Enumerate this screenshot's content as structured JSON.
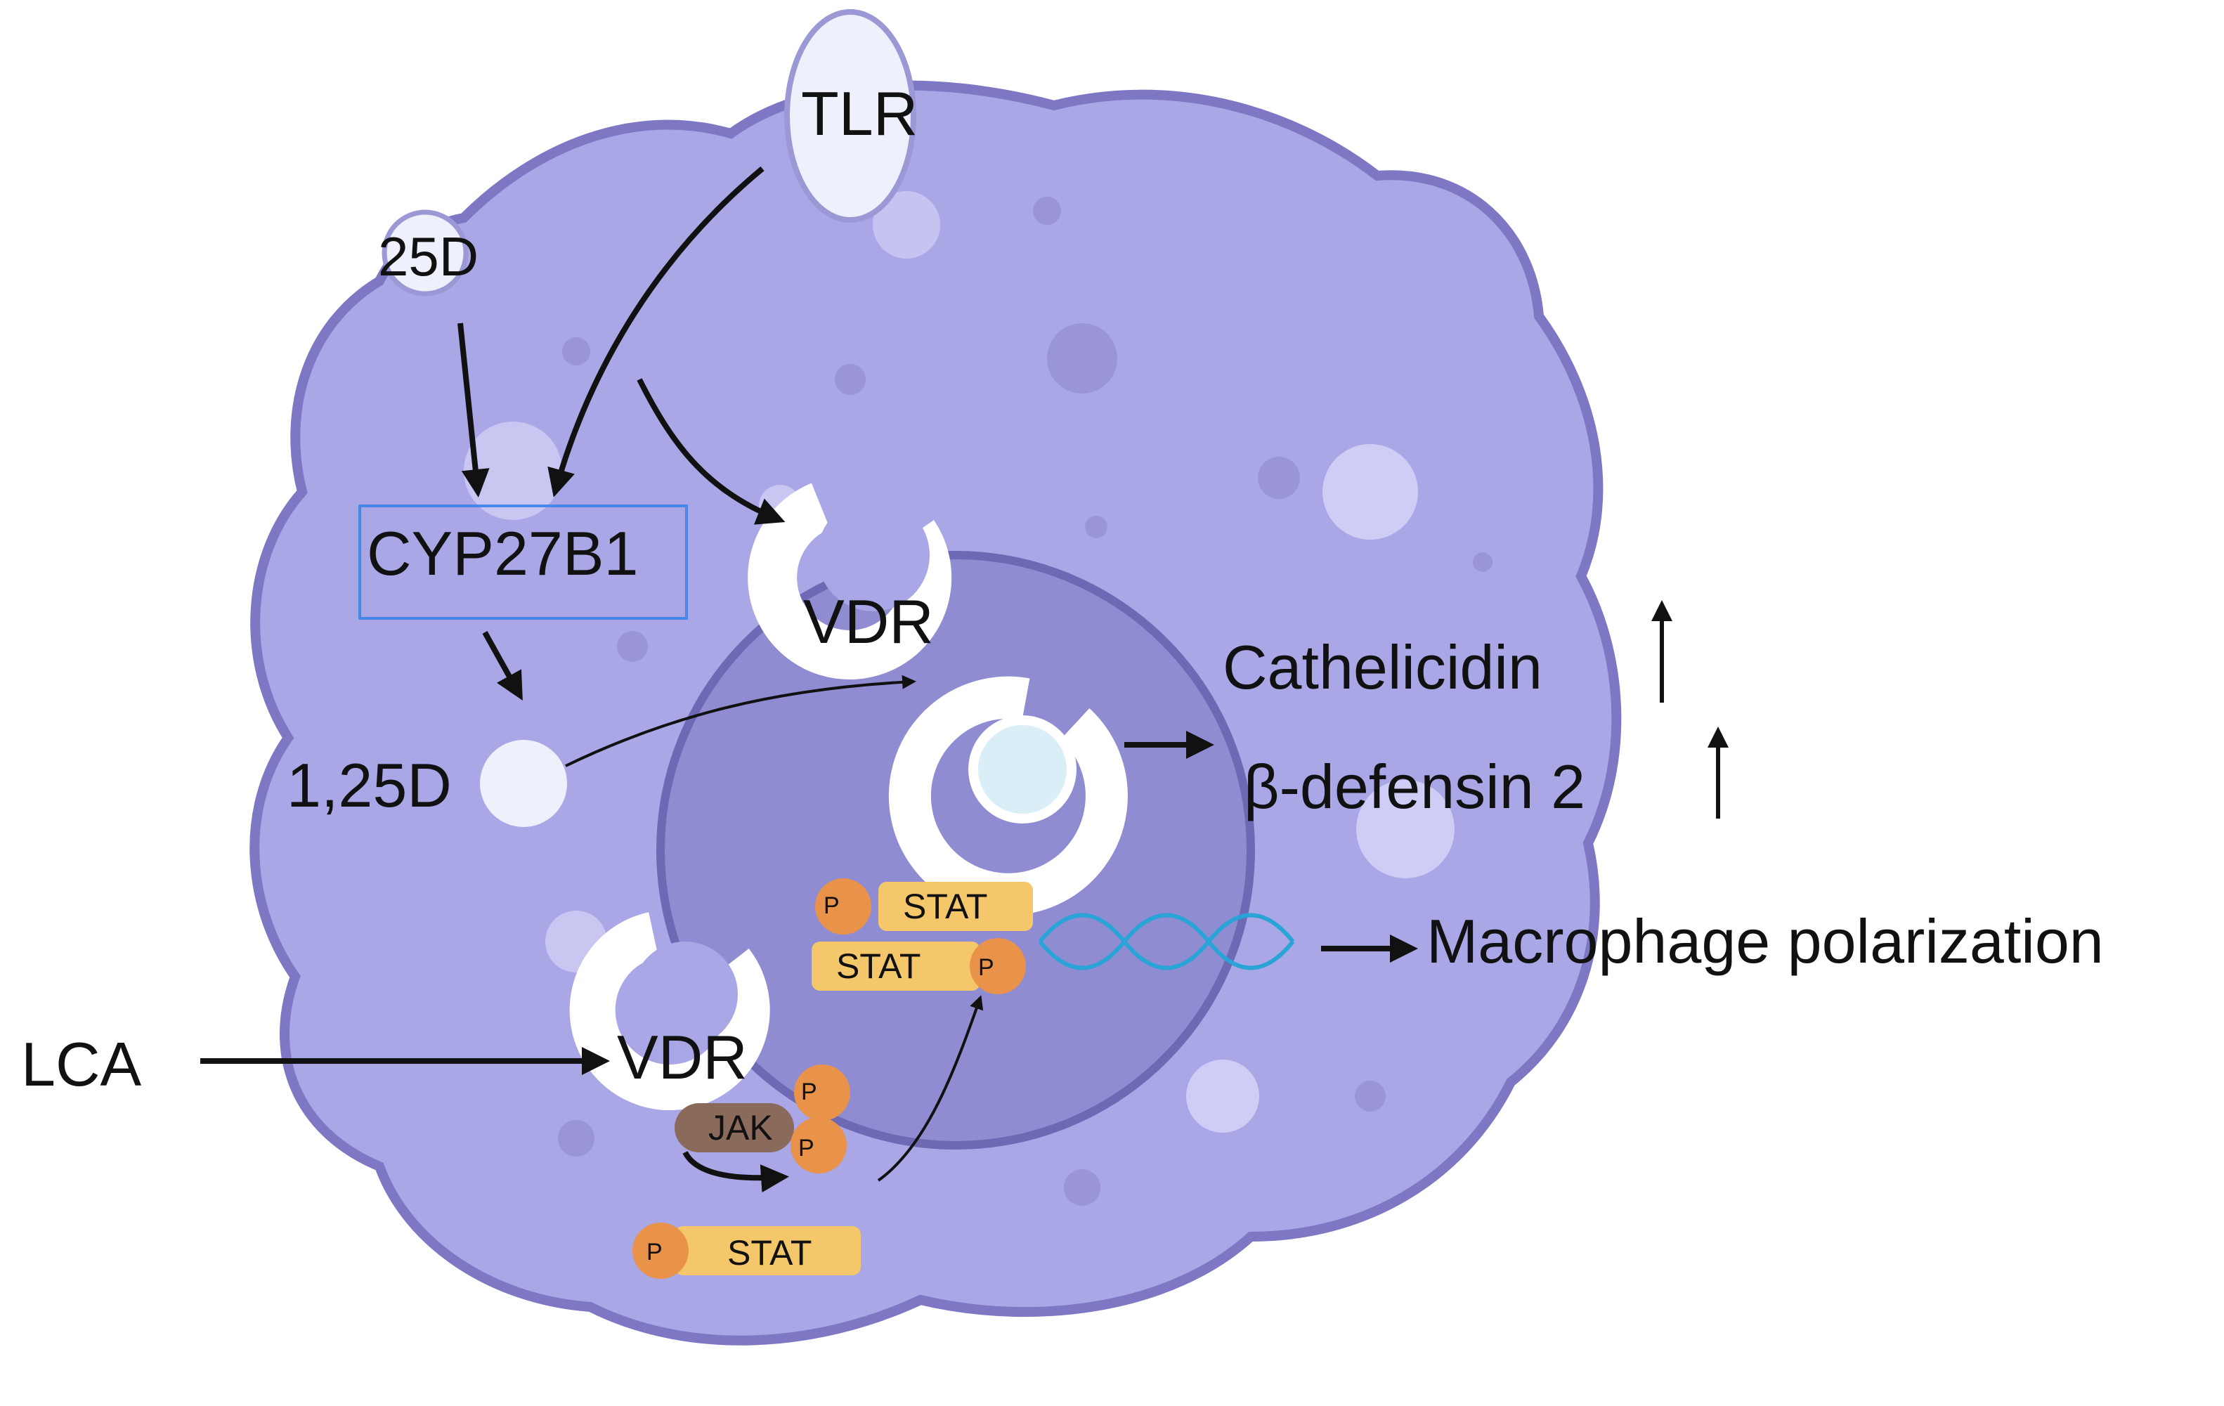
{
  "labels": {
    "tlr": "TLR",
    "d25": "25D",
    "cyp": "CYP27B1",
    "d125": "1,25D",
    "vdr_top": "VDR",
    "vdr_bottom": "VDR",
    "lca": "LCA",
    "jak": "JAK",
    "stat_1": "STAT",
    "stat_2": "STAT",
    "stat_3": "STAT",
    "p": "P",
    "cathelicidin": "Cathelicidin",
    "defensin": "β-defensin 2",
    "polarization": "Macrophage polarization"
  },
  "colors": {
    "cell_fill": "#aaa7e6",
    "cell_stroke": "#7d77c4",
    "nucleus_fill": "#908cd2",
    "nucleus_stroke": "#6e69b4",
    "receptor_white": "#ffffff",
    "stat": "#f4c86a",
    "phosphate": "#e8924a",
    "jak": "#8a6a5a",
    "dna": "#2aa3d6",
    "cyp_box": "#4a86e8"
  }
}
